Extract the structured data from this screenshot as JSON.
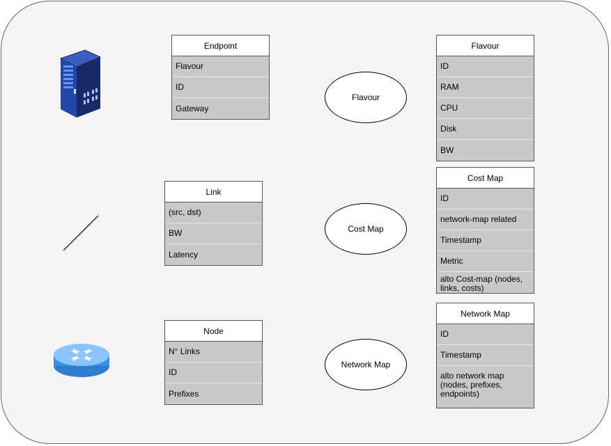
{
  "tables": {
    "endpoint": {
      "title": "Endpoint",
      "rows": [
        "Flavour",
        "ID",
        "Gateway"
      ]
    },
    "link": {
      "title": "Link",
      "rows": [
        "(src, dst)",
        "BW",
        "Latency"
      ]
    },
    "node": {
      "title": "Node",
      "rows": [
        "N° Links",
        "ID",
        "Prefixes"
      ]
    },
    "flavour": {
      "title": "Flavour",
      "rows": [
        "ID",
        "RAM",
        "CPU",
        "Disk",
        "BW"
      ]
    },
    "cost_map": {
      "title": "Cost Map",
      "rows": [
        "ID",
        "network-map related",
        "Timestamp",
        "Metric",
        "alto Cost-map (nodes, links, costs)"
      ]
    },
    "network_map": {
      "title": "Network Map",
      "rows": [
        "ID",
        "Timestamp",
        "alto network map (nodes, prefixes, endpoints)"
      ]
    }
  },
  "ellipses": {
    "flavour": "Flavour",
    "cost_map": "Cost Map",
    "network_map": "Network Map"
  },
  "icons": {
    "server": "server-rack-icon",
    "link": "link-line-icon",
    "router": "router-icon"
  },
  "colors": {
    "panel": "#f4f4f4",
    "row_fill": "#c9c9c9",
    "server_blue": "#1f3f9a",
    "router_blue": "#3d8fe0"
  }
}
